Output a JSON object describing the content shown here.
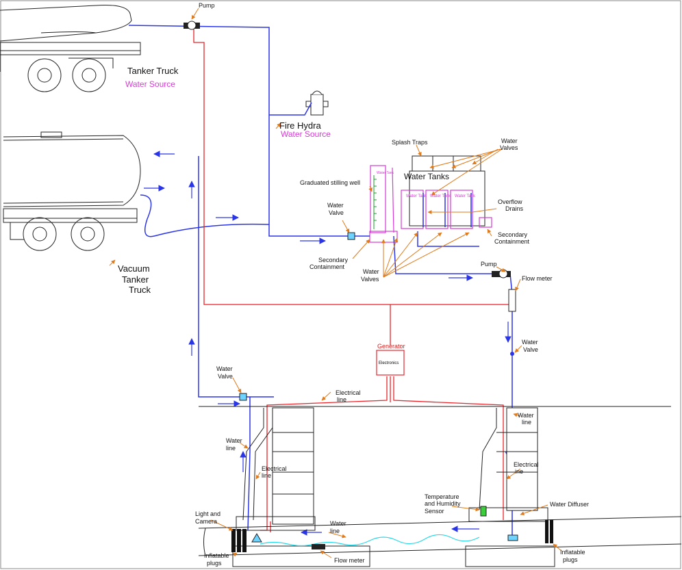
{
  "labels": {
    "pump_top": "Pump",
    "tanker_truck": "Tanker Truck",
    "water_source_1": "Water Source",
    "fire_hydrant": "Fire Hydra",
    "water_source_2": "Water Source",
    "vacuum_1": "Vacuum",
    "vacuum_2": "Tanker",
    "vacuum_3": "Truck",
    "splash_traps": "Splash Traps",
    "water_valves_top_1": "Water",
    "water_valves_top_2": "Valves",
    "water_tanks": "Water Tanks",
    "tank_small": "Water Tank",
    "overflow_1": "Overflow",
    "overflow_2": "Drains",
    "graduated_well": "Graduated stilling well",
    "water_valve_a_1": "Water",
    "water_valve_a_2": "Valve",
    "secondary_right_1": "Secondary",
    "secondary_right_2": "Containment",
    "secondary_left_1": "Secondary",
    "secondary_left_2": "Containment",
    "water_valves_mid_1": "Water",
    "water_valves_mid_2": "Valves",
    "pump_right": "Pump",
    "flow_meter_right": "Flow meter",
    "water_valve_b_1": "Water",
    "water_valve_b_2": "Valve",
    "generator": "Generator",
    "electronics": "Electronics",
    "water_valve_c_1": "Water",
    "water_valve_c_2": "Valve",
    "electrical_line_top_1": "Electrical",
    "electrical_line_top_2": "line",
    "water_line_left_1": "Water",
    "water_line_left_2": "line",
    "electrical_line_left_1": "Electrical",
    "electrical_line_left_2": "line",
    "water_line_right_1": "Water",
    "water_line_right_2": "line",
    "electrical_line_right_1": "Electrical",
    "electrical_line_right_2": "ine",
    "temp_1": "Temperature",
    "temp_2": "and Humidity",
    "temp_3": "Sensor",
    "water_diffuser": "Water Diffuser",
    "light_camera_1": "Light and",
    "light_camera_2": "Camera",
    "water_line_pipe_1": "Water",
    "water_line_pipe_2": "line",
    "inflatable_left_1": "Inflatable",
    "inflatable_left_2": "plugs",
    "flow_meter_bottom": "Flow meter",
    "inflatable_right_1": "Inflatable",
    "inflatable_right_2": "plugs"
  },
  "colors": {
    "water_line": "#2b35e8",
    "electrical_line": "#e8242a",
    "magenta": "#d63ad6",
    "leader": "#e07a1a",
    "drawing": "#222222",
    "water_fill": "#27d9e8"
  }
}
